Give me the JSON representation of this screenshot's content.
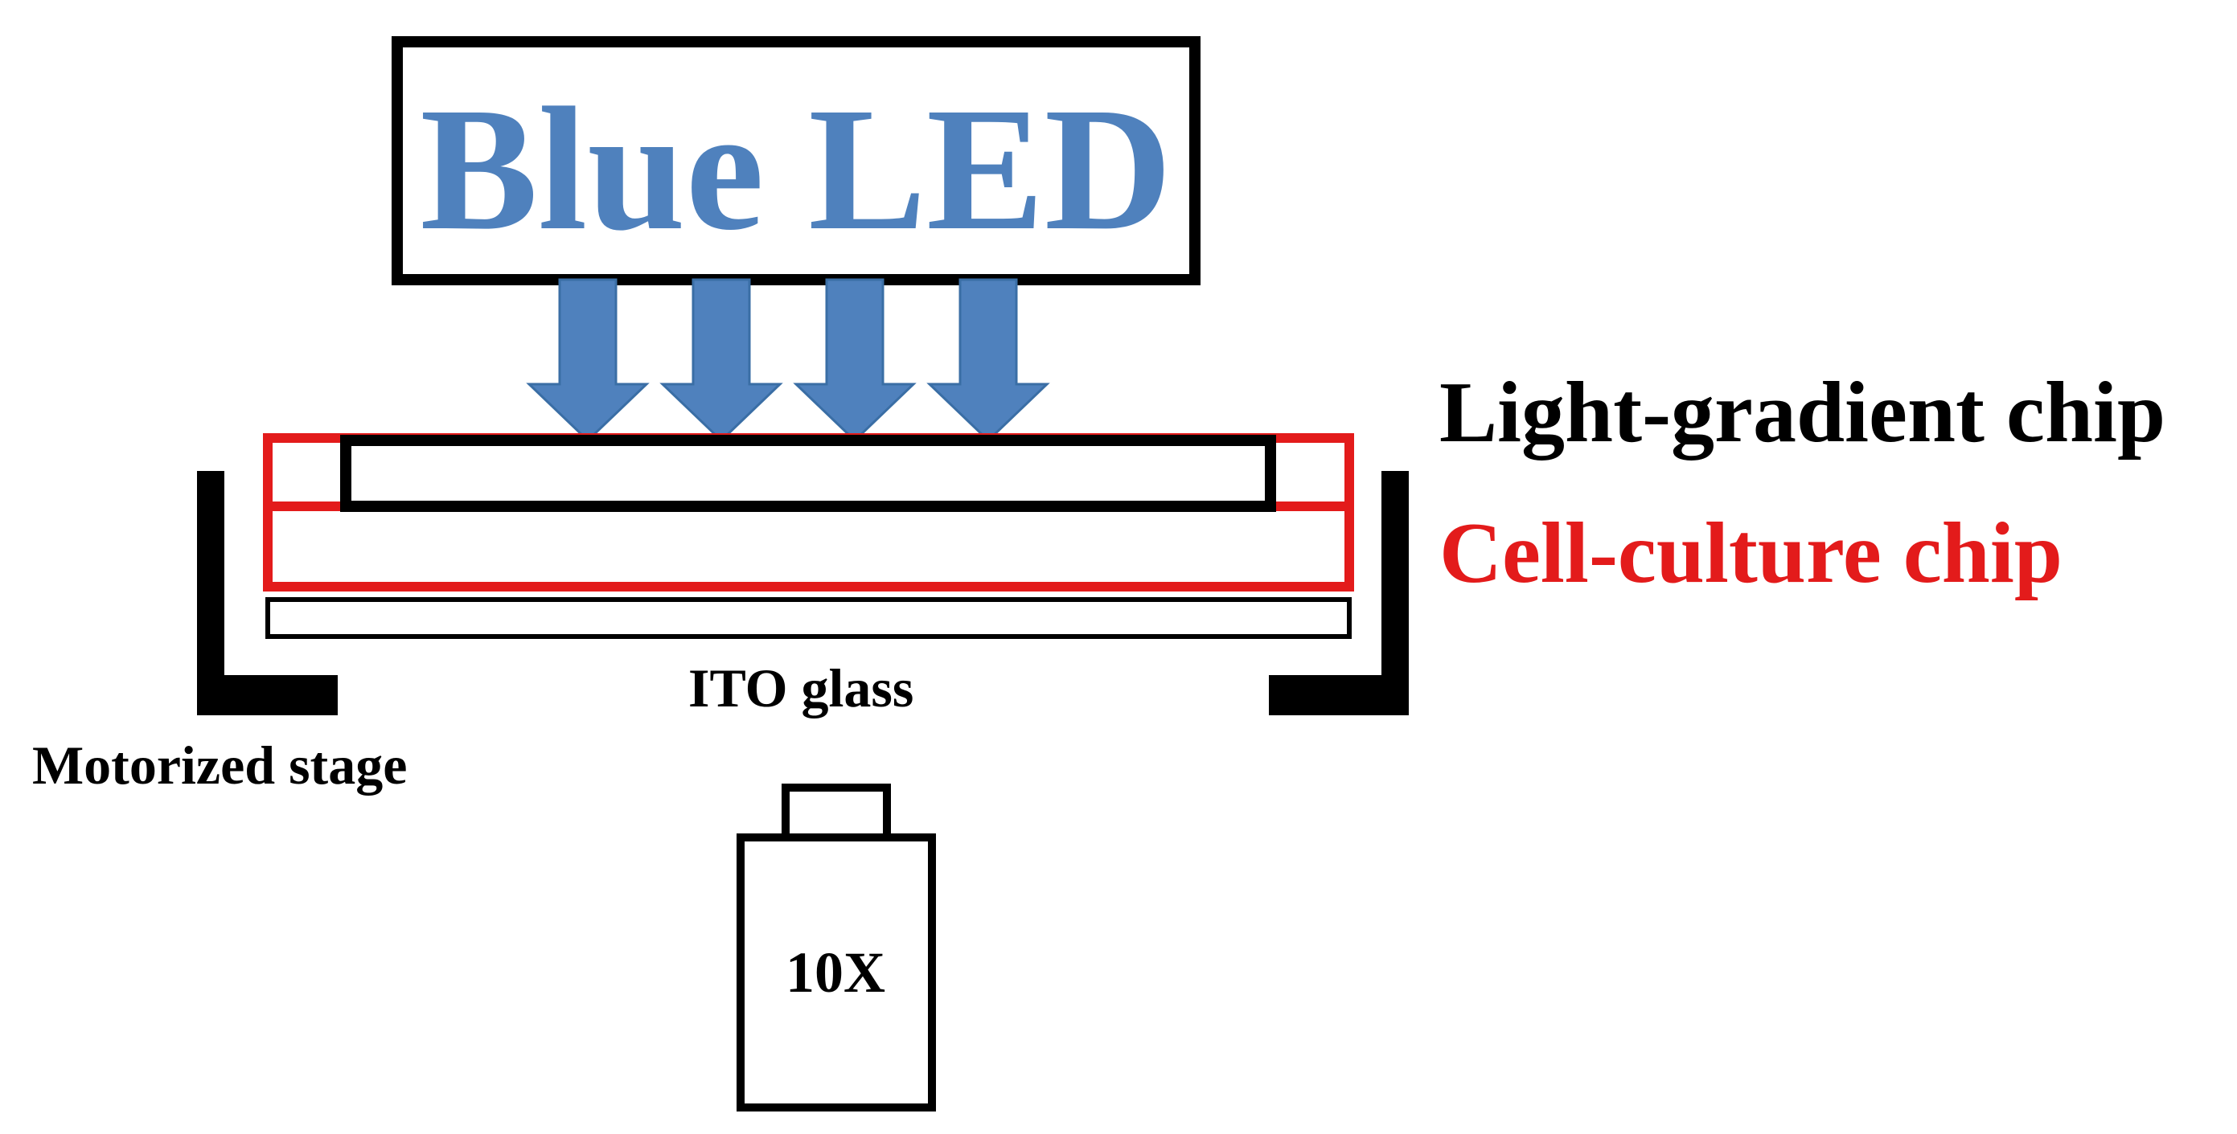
{
  "labels": {
    "led": "Blue LED",
    "light_gradient_chip": "Light-gradient chip",
    "cell_culture_chip": "Cell-culture chip",
    "ito_glass": "ITO glass",
    "motorized_stage": "Motorized stage",
    "objective": "10X"
  },
  "colors": {
    "led_text": "#4f81bd",
    "arrow_fill": "#4f81bd",
    "arrow_stroke": "#3a6ea5",
    "cell_culture": "#e31b1b",
    "outline": "#000000",
    "label_dark": "#000000"
  }
}
